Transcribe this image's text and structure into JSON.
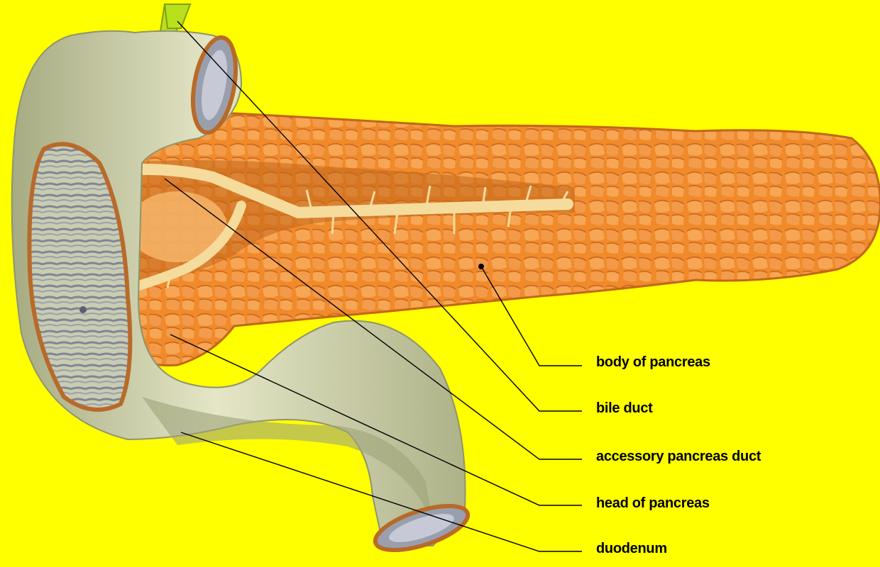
{
  "colors": {
    "background": "#ffff00",
    "pancreas": "#f08a2a",
    "pancreas_light": "#f7a95a",
    "pancreas_dark": "#c2661a",
    "duct": "#f6dc9c",
    "duodenum": "#d6d9b4",
    "duodenum_shadow": "#a5aa80",
    "bile_duct": "#b9e01c",
    "lumen": "#9a9fae",
    "leader_line": "#000000"
  },
  "labels": {
    "body_of_pancreas": "body of pancreas",
    "bile_duct": "bile duct",
    "accessory_pancreas_duct": "accessory pancreas duct",
    "head_of_pancreas": "head of pancreas",
    "duodenum": "duodenum"
  }
}
